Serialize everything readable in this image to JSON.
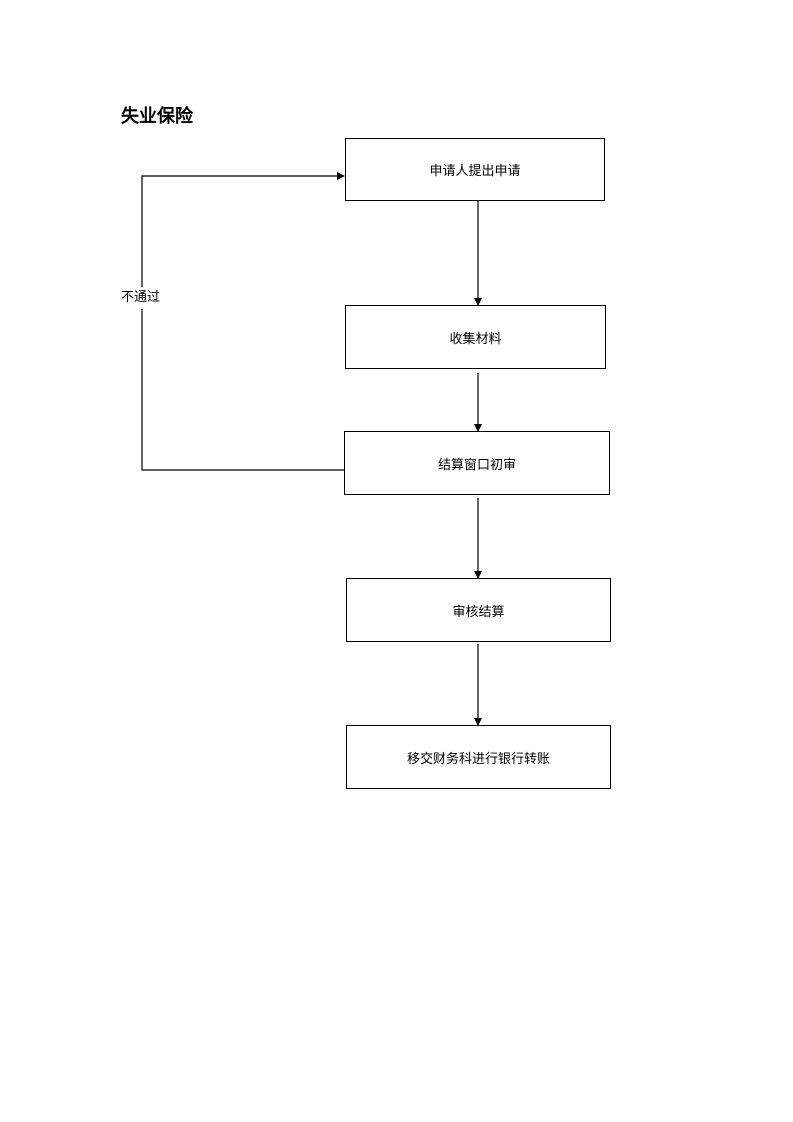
{
  "document": {
    "title": "失业保险"
  },
  "flowchart": {
    "steps": [
      {
        "id": "apply",
        "label": "申请人提出申请"
      },
      {
        "id": "collect",
        "label": "收集材料"
      },
      {
        "id": "review",
        "label": "结算窗口初审"
      },
      {
        "id": "audit",
        "label": "审核结算"
      },
      {
        "id": "transfer",
        "label": "移交财务科进行银行转账"
      }
    ],
    "edges": [
      {
        "from": "apply",
        "to": "collect",
        "label": ""
      },
      {
        "from": "collect",
        "to": "review",
        "label": ""
      },
      {
        "from": "review",
        "to": "audit",
        "label": ""
      },
      {
        "from": "audit",
        "to": "transfer",
        "label": ""
      },
      {
        "from": "review",
        "to": "apply",
        "label": "不通过"
      }
    ],
    "line_color": "#000000",
    "box_border_color": "#000000"
  }
}
